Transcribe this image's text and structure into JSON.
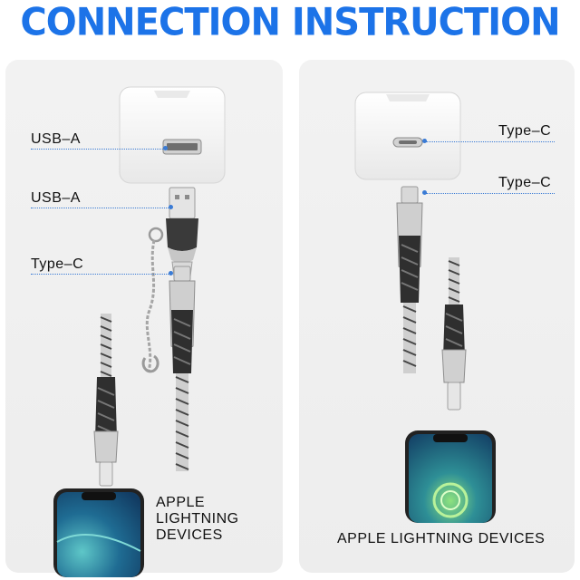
{
  "title": "CONNECTION INSTRUCTION",
  "left_panel": {
    "label_usb_a_charger": "USB–A",
    "label_usb_a_adapter": "USB–A",
    "label_type_c": "Type–C",
    "device_label_line1": "APPLE",
    "device_label_line2": "LIGHTNING",
    "device_label_line3": "DEVICES"
  },
  "right_panel": {
    "label_type_c_charger": "Type–C",
    "label_type_c_cable": "Type–C",
    "device_label": "APPLE LIGHTNING DEVICES"
  },
  "colors": {
    "title": "#1c73e8",
    "leader_line": "#3a7bd5",
    "panel": "#efefef"
  }
}
